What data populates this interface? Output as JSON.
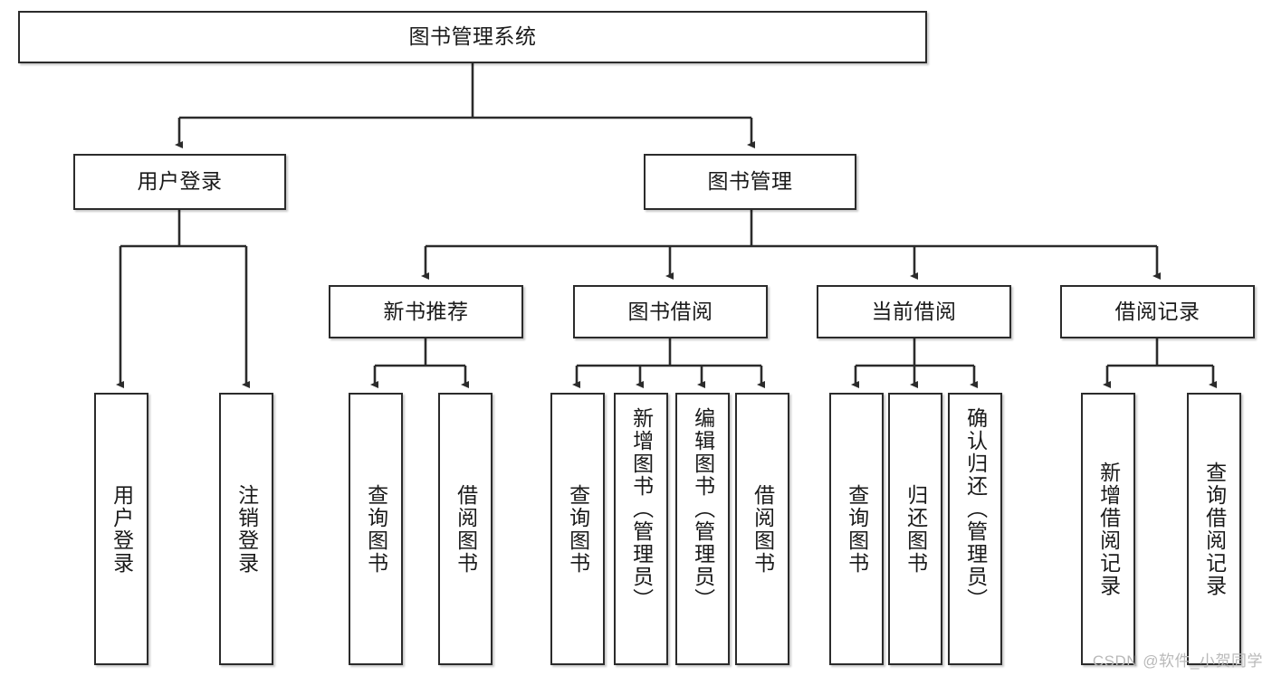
{
  "diagram": {
    "title": "图书管理系统",
    "type": "hierarchy-tree",
    "watermark": "CSDN @软件_小贺同学",
    "colors": {
      "stroke": "#2b2b2b",
      "fill": "#ffffff",
      "text": "#1a1a1a",
      "watermark": "#b9b9b9"
    },
    "nodes": {
      "root": {
        "label": "图书管理系统"
      },
      "level2": [
        {
          "id": "user-login",
          "label": "用户登录"
        },
        {
          "id": "book-management",
          "label": "图书管理"
        }
      ],
      "level3": [
        {
          "id": "new-book-recommend",
          "label": "新书推荐"
        },
        {
          "id": "book-borrow",
          "label": "图书借阅"
        },
        {
          "id": "current-borrow",
          "label": "当前借阅"
        },
        {
          "id": "borrow-record",
          "label": "借阅记录"
        }
      ],
      "leaves": {
        "user_login": [
          {
            "id": "leaf-user-login",
            "label": "用户登录"
          },
          {
            "id": "leaf-logout-login",
            "label": "注销登录"
          }
        ],
        "new_book_recommend": [
          {
            "id": "leaf-query-book-1",
            "label": "查询图书"
          },
          {
            "id": "leaf-borrow-book-1",
            "label": "借阅图书"
          }
        ],
        "book_borrow": [
          {
            "id": "leaf-query-book-2",
            "label": "查询图书"
          },
          {
            "id": "leaf-add-book",
            "label": "新增图书（管理员）"
          },
          {
            "id": "leaf-edit-book",
            "label": "编辑图书（管理员）"
          },
          {
            "id": "leaf-borrow-book-2",
            "label": "借阅图书"
          }
        ],
        "current_borrow": [
          {
            "id": "leaf-query-book-3",
            "label": "查询图书"
          },
          {
            "id": "leaf-return-book",
            "label": "归还图书"
          },
          {
            "id": "leaf-confirm-return",
            "label": "确认归还（管理员）"
          }
        ],
        "borrow_record": [
          {
            "id": "leaf-add-borrow-record",
            "label": "新增借阅记录"
          },
          {
            "id": "leaf-query-borrow-record",
            "label": "查询借阅记录"
          }
        ]
      }
    }
  }
}
